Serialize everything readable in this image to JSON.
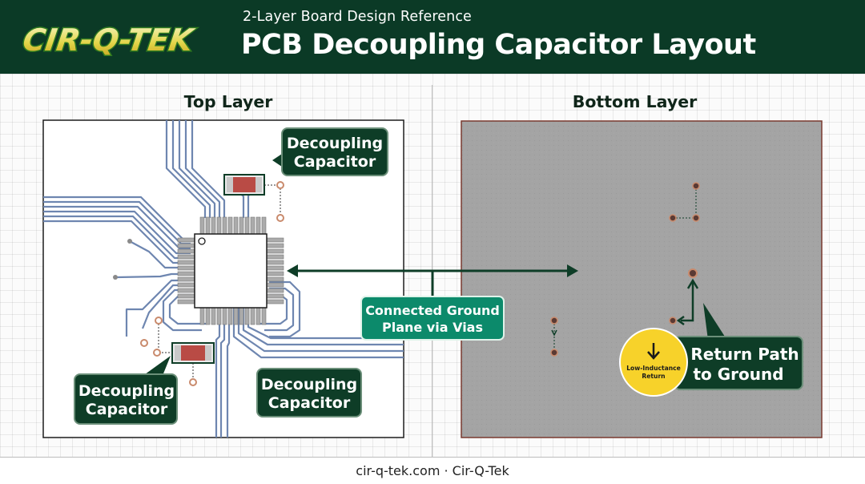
{
  "header": {
    "logo_text": "CIR-Q-TEK",
    "subtitle": "2-Layer Board Design Reference",
    "title": "PCB Decoupling Capacitor Layout"
  },
  "panels": {
    "top_layer_title": "Top Layer",
    "bottom_layer_title": "Bottom Layer"
  },
  "callouts": {
    "decoupling_top": [
      "Decoupling",
      "Capacitor"
    ],
    "decoupling_left": [
      "Decoupling",
      "Capacitor"
    ],
    "decoupling_bottom": [
      "Decoupling",
      "Capacitor"
    ],
    "ground_plane": [
      "Connected Ground",
      "Plane via Vias"
    ],
    "return_path": [
      "Return Path",
      "to Ground"
    ],
    "badge": [
      "Low-Inductance",
      "Return"
    ]
  },
  "footer": {
    "text": "cir-q-tek.com · Cir-Q-Tek"
  },
  "colors": {
    "header_bg": "#0b3a26",
    "callout_bg": "#0e3d27",
    "teal_callout": "#0c8a6b",
    "trace_blue": "#6e86b0",
    "copper": "#c98a6c",
    "ground_plane": "#a3a3a3",
    "badge_yellow": "#f7d22a"
  },
  "icons": [
    "arrow-down-icon",
    "double-arrow-icon"
  ]
}
